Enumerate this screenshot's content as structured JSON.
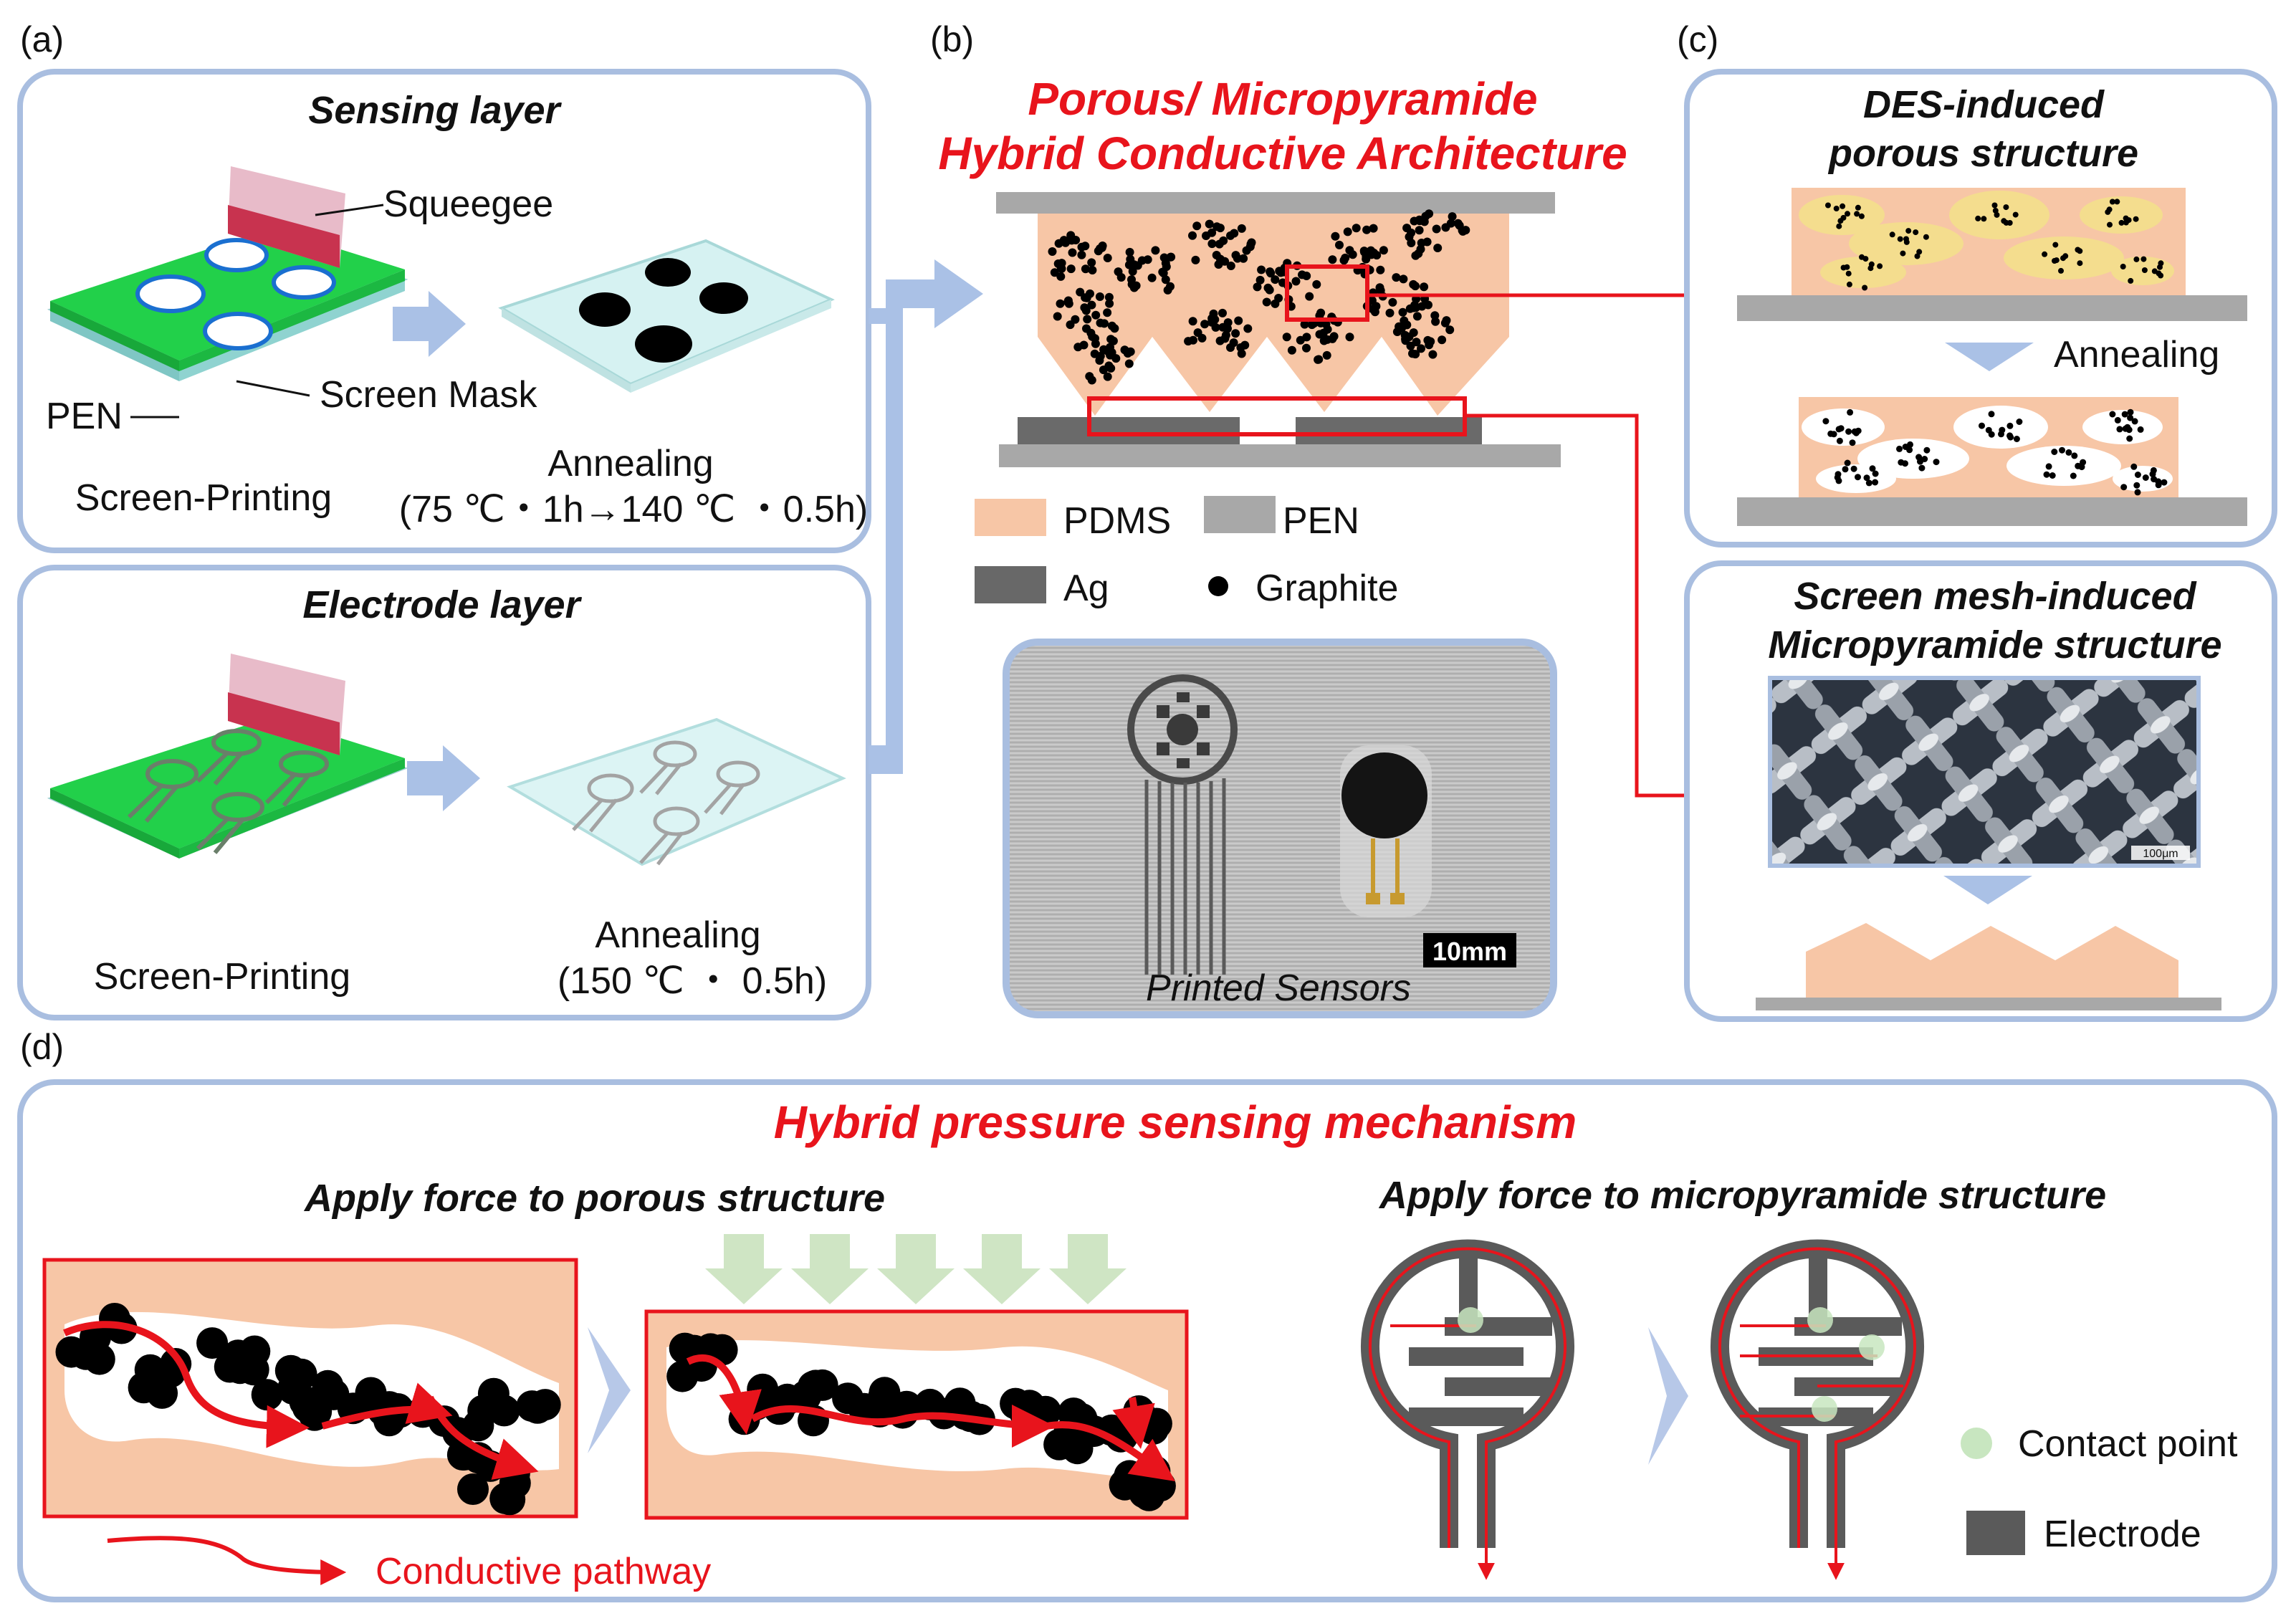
{
  "panels": {
    "a": {
      "label": "(a)",
      "sensing": {
        "title": "Sensing layer",
        "squeegee": "Squeegee",
        "screen_mask": "Screen Mask",
        "pen": "PEN",
        "method": "Screen-Printing",
        "annealing": "Annealing",
        "annealing_conditions": "(75 ℃・1h→140 ℃ ・0.5h)"
      },
      "electrode": {
        "title": "Electrode layer",
        "method": "Screen-Printing",
        "annealing": "Annealing",
        "annealing_conditions": "(150 ℃ ・ 0.5h)"
      }
    },
    "b": {
      "label": "(b)",
      "title_line1": "Porous/ Micropyramide",
      "title_line2": "Hybrid Conductive Architecture",
      "legend": {
        "pdms": "PDMS",
        "pen": "PEN",
        "ag": "Ag",
        "graphite": "Graphite"
      },
      "photo_scale": "10mm",
      "photo_caption": "Printed Sensors"
    },
    "c": {
      "label": "(c)",
      "des_title_line1": "DES-induced",
      "des_title_line2": "porous structure",
      "annealing": "Annealing",
      "mesh_title_line1": "Screen mesh-induced",
      "mesh_title_line2": "Micropyramide structure",
      "mesh_scale": "100μm"
    },
    "d": {
      "label": "(d)",
      "title": "Hybrid pressure sensing mechanism",
      "porous_title": "Apply force to porous structure",
      "pyramid_title": "Apply force to micropyramide structure",
      "pathway_legend": "Conductive pathway",
      "contact_legend": "Contact point",
      "electrode_legend": "Electrode"
    }
  },
  "colors": {
    "panel_border": "#a9bee0",
    "arrow_blue": "#aac1e6",
    "pdms": "#f7c6a6",
    "pen": "#a8a8a8",
    "ag": "#686868",
    "red": "#e8141c",
    "mask_green": "#22d04a",
    "contact": "#c8e6c0",
    "force_green": "#cfe5c4"
  }
}
